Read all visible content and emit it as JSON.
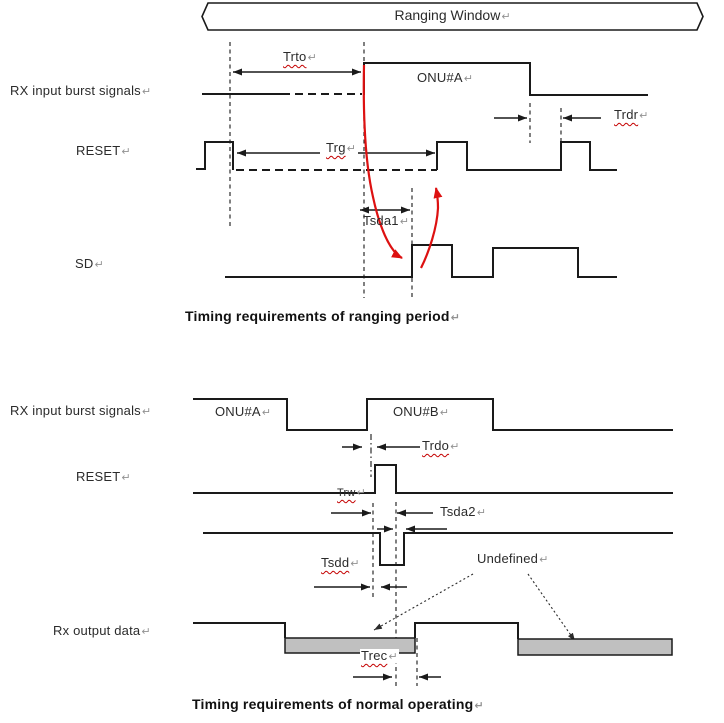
{
  "banner": {
    "title": "Ranging Window"
  },
  "return_mark": "↵",
  "colors": {
    "signal_black": "#1a1a1a",
    "accent_red": "#dd1111",
    "squiggle_red": "#c40000",
    "undefined_fill": "#c0c0c0",
    "return_mark_gray": "#929292"
  },
  "d1": {
    "rx_label": "RX input burst signals",
    "reset_label": "RESET",
    "sd_label": "SD",
    "onu_a": "ONU#A",
    "trto": "Trto",
    "trg": "Trg",
    "tsda1": "Tsda1",
    "trdr": "Trdr",
    "caption": "Timing requirements of ranging period"
  },
  "d2": {
    "rx_label": "RX input burst signals",
    "reset_label": "RESET",
    "rx_out_label": "Rx output data",
    "onu_a": "ONU#A",
    "onu_b": "ONU#B",
    "trdo": "Trdo",
    "trw": "Trw",
    "tsda2": "Tsda2",
    "tsdd": "Tsdd",
    "trec": "Trec",
    "undefined": "Undefined",
    "caption": "Timing requirements of normal operating"
  }
}
